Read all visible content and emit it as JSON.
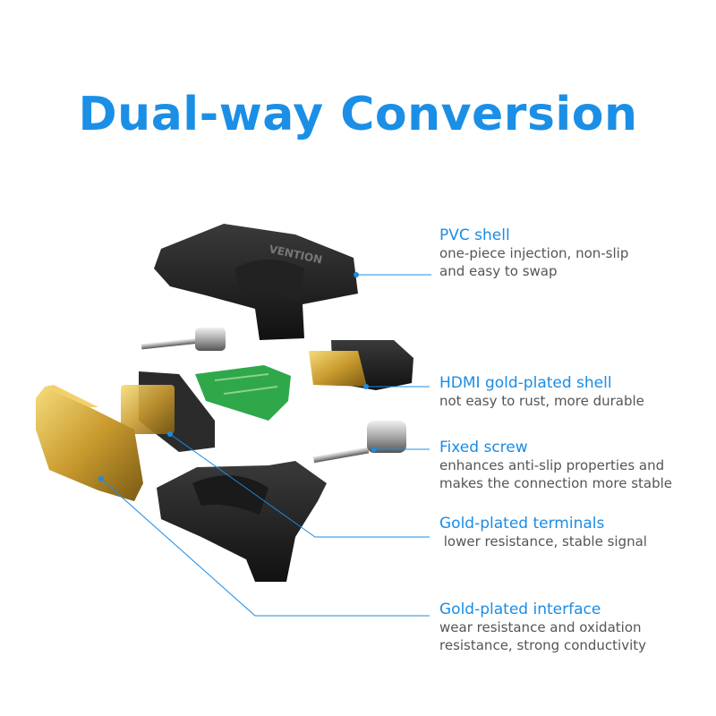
{
  "title": "Dual-way Conversion",
  "brand_on_shell": "VENTION",
  "callouts": [
    {
      "heading": "PVC shell",
      "lines": [
        "one-piece injection, non-slip",
        "and easy to swap"
      ]
    },
    {
      "heading": "HDMI gold-plated shell",
      "lines": [
        "not easy to rust, more durable"
      ]
    },
    {
      "heading": "Fixed screw",
      "lines": [
        "enhances anti-slip properties and",
        "makes the connection more stable"
      ]
    },
    {
      "heading": "Gold-plated terminals",
      "lines": [
        " lower resistance, stable signal"
      ]
    },
    {
      "heading": "Gold-plated interface",
      "lines": [
        "wear resistance and oxidation",
        "resistance, strong conductivity"
      ]
    }
  ],
  "colors": {
    "accent": "#1b8ce4",
    "text": "#555555"
  }
}
